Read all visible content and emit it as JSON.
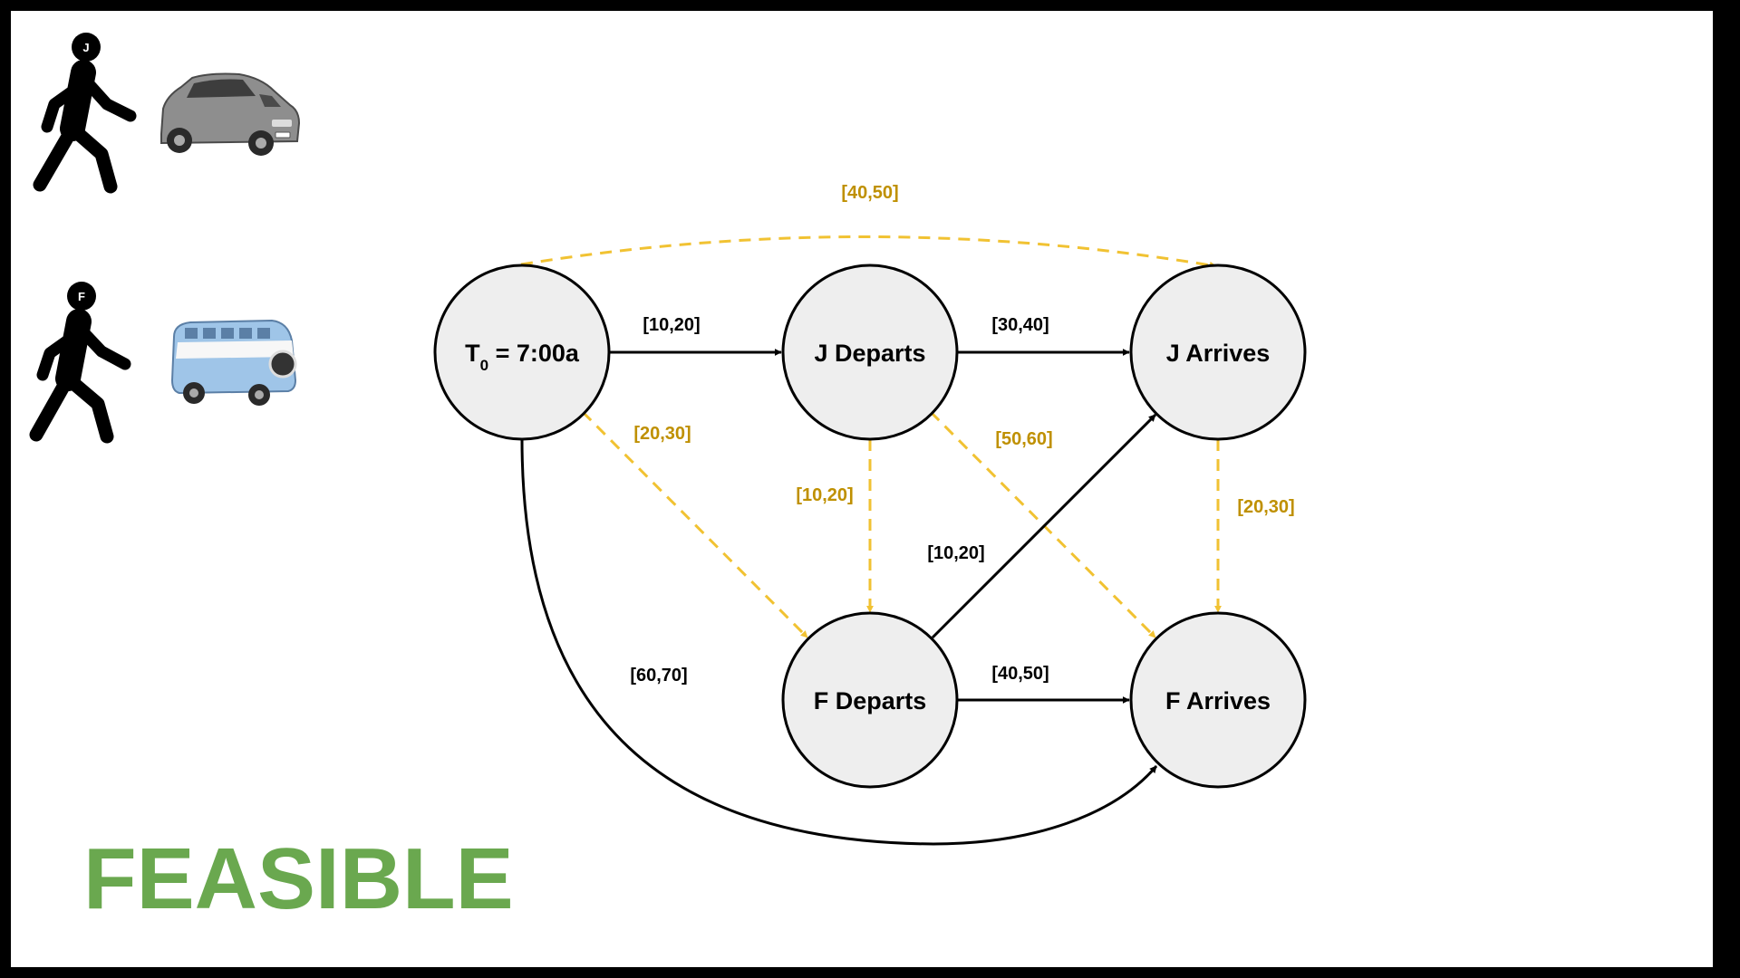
{
  "colors": {
    "frame": "#000000",
    "canvas": "#ffffff",
    "node_fill": "#eeeeee",
    "node_stroke": "#000000",
    "solid_edge": "#000000",
    "dashed_edge": "#f1c232",
    "dashed_label": "#bf9000",
    "status": "#6aa84f"
  },
  "people": [
    {
      "initial": "J",
      "icon": "walking-person-icon",
      "vehicle": "car-icon"
    },
    {
      "initial": "F",
      "icon": "walking-person-icon",
      "vehicle": "van-icon"
    }
  ],
  "nodes": {
    "t0": {
      "main": "T",
      "sub": "0",
      "rest": " = 7:00a"
    },
    "j_departs": {
      "label": "J Departs"
    },
    "j_arrives": {
      "label": "J Arrives"
    },
    "f_departs": {
      "label": "F Departs"
    },
    "f_arrives": {
      "label": "F Arrives"
    }
  },
  "edges": {
    "t0_j_departs": {
      "label": "[10,20]",
      "style": "solid"
    },
    "j_departs_j_arrives": {
      "label": "[30,40]",
      "style": "solid"
    },
    "f_departs_f_arrives": {
      "label": "[40,50]",
      "style": "solid"
    },
    "f_departs_j_arrives": {
      "label": "[10,20]",
      "style": "solid"
    },
    "t0_f_arrives": {
      "label": "[60,70]",
      "style": "solid"
    },
    "t0_j_arrives": {
      "label": "[40,50]",
      "style": "dashed"
    },
    "t0_f_departs": {
      "label": "[20,30]",
      "style": "dashed"
    },
    "j_departs_f_departs": {
      "label": "[10,20]",
      "style": "dashed"
    },
    "j_departs_f_arrives": {
      "label": "[50,60]",
      "style": "dashed"
    },
    "j_arrives_f_arrives": {
      "label": "[20,30]",
      "style": "dashed"
    }
  },
  "status": {
    "label": "FEASIBLE"
  }
}
